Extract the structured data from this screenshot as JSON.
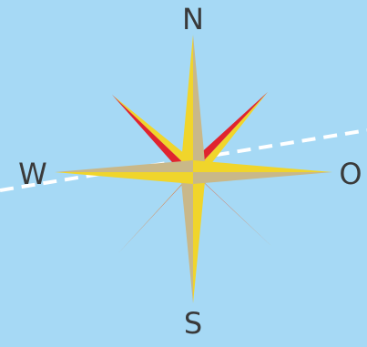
{
  "labels": {
    "north": "N",
    "south": "S",
    "west": "W",
    "east": "O"
  },
  "colors": {
    "background": "#a6d9f5",
    "yellow": "#f0d52b",
    "tan": "#c9b889",
    "red": "#e0242f",
    "route_line": "#ffffff",
    "label": "#3a3a3a"
  },
  "icons": {
    "compass": "compass-rose-icon",
    "route": "dashed-route-line"
  }
}
